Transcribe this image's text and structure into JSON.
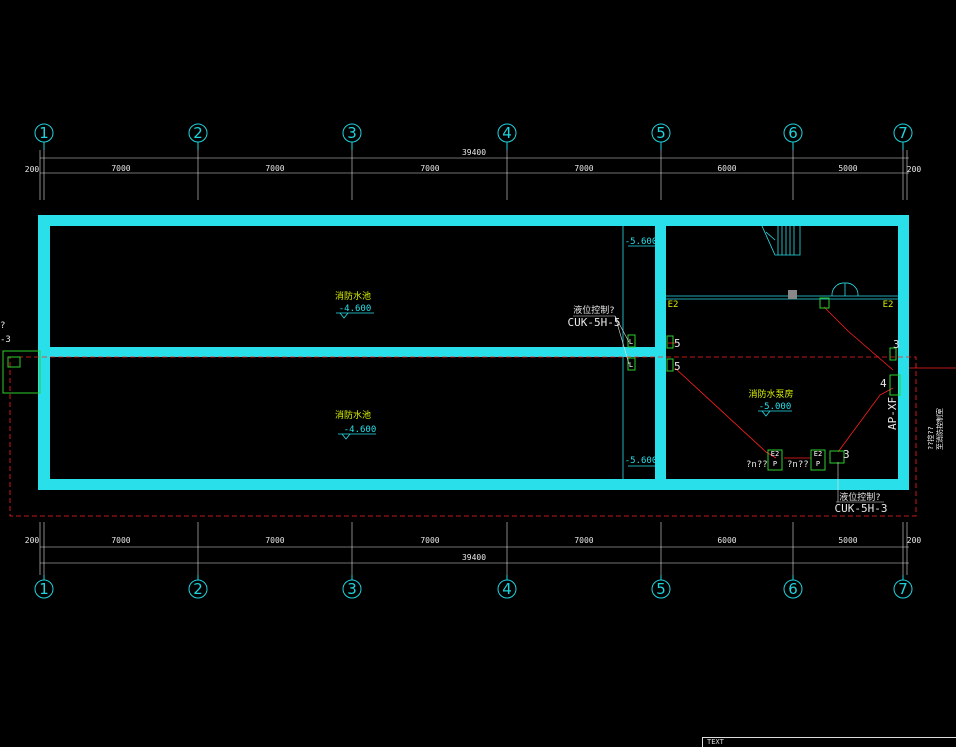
{
  "axes": [
    "1",
    "2",
    "3",
    "4",
    "5",
    "6",
    "7"
  ],
  "dims": {
    "total": "39400",
    "edge_left": "200",
    "edge_right": "200",
    "spans": [
      "7000",
      "7000",
      "7000",
      "7000",
      "6000",
      "5000"
    ]
  },
  "rooms": {
    "pool_top_name": "消防水池",
    "pool_top_elev": "-4.600",
    "pool_bottom_name": "消防水池",
    "pool_bottom_elev": "-4.600",
    "pump_room_name": "消防水泵房",
    "pump_room_elev": "-5.000",
    "elev_right_top": "-5.600",
    "elev_right_bottom": "-5.600"
  },
  "tags": {
    "cuk_left_title": "液位控制?",
    "cuk_left_code": "CUK-5H-5",
    "cuk_bottom_title": "液位控制?",
    "cuk_bottom_code": "CUK-5H-3",
    "ap_code": "AP-XF",
    "left_edge_label": "-3",
    "left_edge_top": "?",
    "right_note_1": "??控??",
    "right_note_2": "至消防控制室",
    "n5a": "5",
    "n5b": "5",
    "n3a": "3",
    "n3b": "3",
    "n4": "4",
    "pump1": "?n??",
    "pump2": "?n??",
    "el_left": "E2",
    "el_right": "E2"
  },
  "title_block": "TEXT"
}
